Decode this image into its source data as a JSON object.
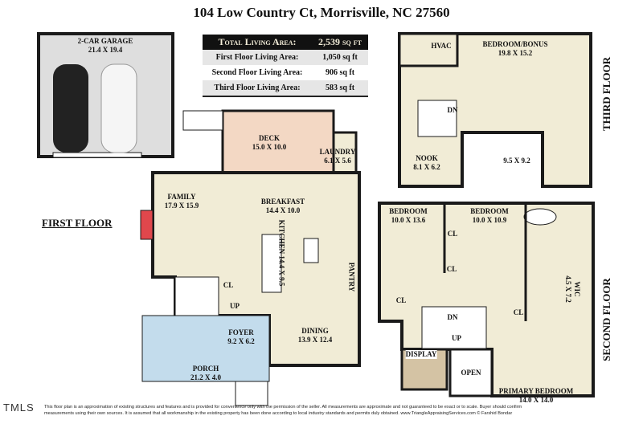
{
  "title": "104 Low Country Ct, Morrisville, NC 27560",
  "area_table": {
    "total": {
      "label": "Total Living Area:",
      "value": "2,539 sq ft"
    },
    "rows": [
      {
        "label": "First Floor Living Area:",
        "value": "1,050 sq ft"
      },
      {
        "label": "Second Floor Living Area:",
        "value": "906 sq ft"
      },
      {
        "label": "Third Floor Living Area:",
        "value": "583 sq ft"
      }
    ]
  },
  "colors": {
    "wall": "#1a1a1a",
    "room_fill": "#f1ecd6",
    "deck_fill": "#f3d8c4",
    "porch_fill": "#c3dcec",
    "garage_fill": "#dedede",
    "fireplace": "#e0474c",
    "display_fill": "#d4c3a4"
  },
  "garage": {
    "name": "2-CAR GARAGE",
    "dims": "21.4 X 19.4"
  },
  "first_floor": {
    "label": "FIRST FLOOR",
    "rooms": {
      "deck": {
        "name": "DECK",
        "dims": "15.0 X 10.0"
      },
      "laundry": {
        "name": "LAUNDRY",
        "dims": "6.1 X 5.6"
      },
      "family": {
        "name": "FAMILY",
        "dims": "17.9 X 15.9"
      },
      "breakfast": {
        "name": "BREAKFAST",
        "dims": "14.4 X 10.0"
      },
      "kitchen": {
        "name": "KITCHEN",
        "dims": "14.4 X 9.5"
      },
      "pantry": {
        "name": "PANTRY"
      },
      "closet": {
        "name": "CL"
      },
      "stairs_up": {
        "name": "UP"
      },
      "foyer": {
        "name": "FOYER",
        "dims": "9.2 X 6.2"
      },
      "dining": {
        "name": "DINING",
        "dims": "13.9 X 12.4"
      },
      "porch": {
        "name": "PORCH",
        "dims": "21.2 X 4.0"
      }
    }
  },
  "third_floor": {
    "label": "THIRD FLOOR",
    "rooms": {
      "hvac": {
        "name": "HVAC"
      },
      "bonus": {
        "name": "BEDROOM/BONUS",
        "dims": "19.8 X 15.2"
      },
      "stairs_dn": {
        "name": "DN"
      },
      "nook": {
        "name": "NOOK",
        "dims": "8.1 X 6.2"
      },
      "alcove": {
        "dims": "9.5 X 9.2"
      }
    }
  },
  "second_floor": {
    "label": "SECOND FLOOR",
    "rooms": {
      "bedroom1": {
        "name": "BEDROOM",
        "dims": "10.0 X 13.6"
      },
      "bedroom2": {
        "name": "BEDROOM",
        "dims": "10.0 X 10.9"
      },
      "cl1": {
        "name": "CL"
      },
      "cl2": {
        "name": "CL"
      },
      "cl3": {
        "name": "CL"
      },
      "cl4": {
        "name": "CL"
      },
      "wic": {
        "name": "WIC",
        "dims": "4.5 X 7.2"
      },
      "stairs_dn": {
        "name": "DN"
      },
      "stairs_up": {
        "name": "UP"
      },
      "display": {
        "name": "DISPLAY"
      },
      "open": {
        "name": "OPEN"
      },
      "primary": {
        "name": "PRIMARY BEDROOM",
        "dims": "14.0 X 14.0"
      }
    }
  },
  "footer": {
    "line1": "This floor plan is an approximation of existing structures and features and is provided for convenience only with the permission of the seller.  All measurements are approximate and not guaranteed to be exact or to scale.  Buyer should confirm",
    "line2": "measurements using their own sources.  It is assumed that all workmanship in the existing property has been done according to local industry standards and permits duly obtained.      www.TriangleAppraisingServices.com      © Farshid Bondar"
  },
  "watermark": "TMLS"
}
